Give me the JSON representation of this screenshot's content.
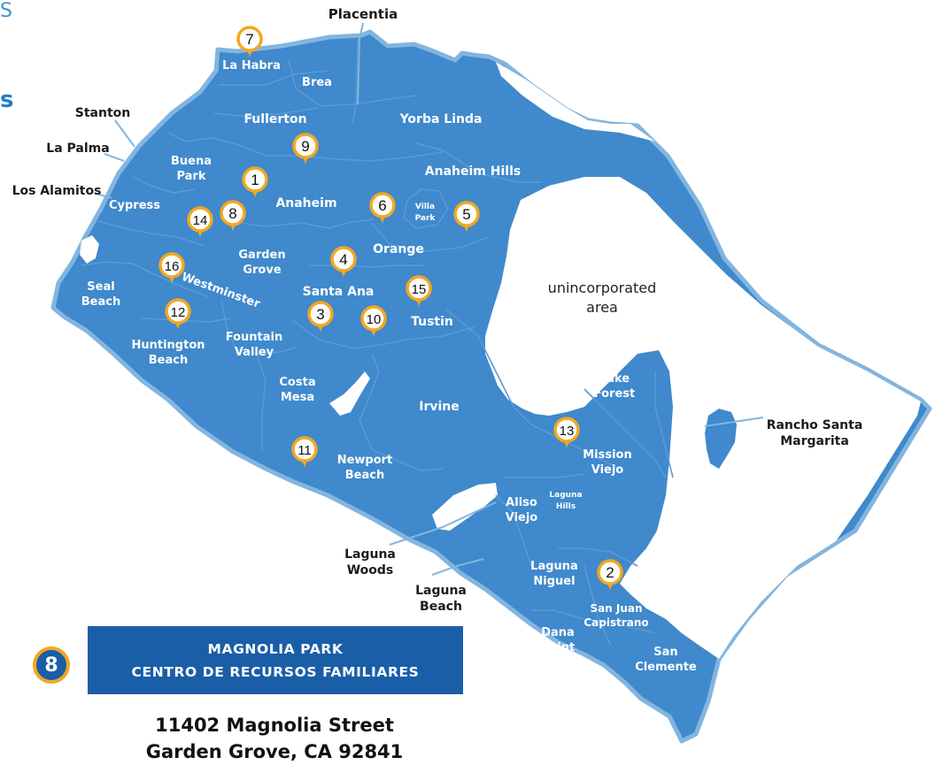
{
  "edge_fragments": [
    "S",
    "s"
  ],
  "county": {
    "fill": "#3f89cc",
    "outline": "#82b5e0",
    "border_lines": "#5a9ad3"
  },
  "cities": [
    {
      "id": "la-habra",
      "lines": [
        "La Habra"
      ]
    },
    {
      "id": "brea",
      "lines": [
        "Brea"
      ]
    },
    {
      "id": "fullerton",
      "lines": [
        "Fullerton"
      ]
    },
    {
      "id": "yorba-linda",
      "lines": [
        "Yorba Linda"
      ]
    },
    {
      "id": "buena-park",
      "lines": [
        "Buena",
        "Park"
      ]
    },
    {
      "id": "anaheim-hills",
      "lines": [
        "Anaheim Hills"
      ]
    },
    {
      "id": "cypress",
      "lines": [
        "Cypress"
      ]
    },
    {
      "id": "anaheim",
      "lines": [
        "Anaheim"
      ]
    },
    {
      "id": "villa-park",
      "lines": [
        "Villa",
        "Park"
      ]
    },
    {
      "id": "orange",
      "lines": [
        "Orange"
      ]
    },
    {
      "id": "garden-grove",
      "lines": [
        "Garden",
        "Grove"
      ]
    },
    {
      "id": "seal-beach",
      "lines": [
        "Seal",
        "Beach"
      ]
    },
    {
      "id": "westminster",
      "lines": [
        "Westminster"
      ]
    },
    {
      "id": "santa-ana",
      "lines": [
        "Santa Ana"
      ]
    },
    {
      "id": "tustin",
      "lines": [
        "Tustin"
      ]
    },
    {
      "id": "huntington-beach",
      "lines": [
        "Huntington",
        "Beach"
      ]
    },
    {
      "id": "fountain-valley",
      "lines": [
        "Fountain",
        "Valley"
      ]
    },
    {
      "id": "costa-mesa",
      "lines": [
        "Costa",
        "Mesa"
      ]
    },
    {
      "id": "irvine",
      "lines": [
        "Irvine"
      ]
    },
    {
      "id": "lake-forest",
      "lines": [
        "Lake",
        "Forest"
      ]
    },
    {
      "id": "mission-viejo",
      "lines": [
        "Mission",
        "Viejo"
      ]
    },
    {
      "id": "newport-beach",
      "lines": [
        "Newport",
        "Beach"
      ]
    },
    {
      "id": "aliso-viejo",
      "lines": [
        "Aliso",
        "Viejo"
      ]
    },
    {
      "id": "laguna-hills",
      "lines": [
        "Laguna",
        "Hills"
      ]
    },
    {
      "id": "laguna-niguel",
      "lines": [
        "Laguna",
        "Niguel"
      ]
    },
    {
      "id": "san-juan-capistrano",
      "lines": [
        "San Juan",
        "Capistrano"
      ]
    },
    {
      "id": "dana-point",
      "lines": [
        "Dana",
        "Point"
      ]
    },
    {
      "id": "san-clemente",
      "lines": [
        "San",
        "Clemente"
      ]
    }
  ],
  "unincorporated": [
    "unincorporated",
    "area"
  ],
  "external_labels": [
    {
      "id": "placentia",
      "lines": [
        "Placentia"
      ]
    },
    {
      "id": "stanton",
      "lines": [
        "Stanton"
      ]
    },
    {
      "id": "la-palma",
      "lines": [
        "La Palma"
      ]
    },
    {
      "id": "los-alamitos",
      "lines": [
        "Los Alamitos"
      ]
    },
    {
      "id": "rancho-santa-margarita",
      "lines": [
        "Rancho Santa",
        "Margarita"
      ]
    },
    {
      "id": "laguna-woods",
      "lines": [
        "Laguna",
        "Woods"
      ]
    },
    {
      "id": "laguna-beach",
      "lines": [
        "Laguna",
        "Beach"
      ]
    }
  ],
  "markers": [
    "7",
    "9",
    "1",
    "8",
    "14",
    "6",
    "5",
    "4",
    "16",
    "15",
    "3",
    "10",
    "12",
    "13",
    "11",
    "2"
  ],
  "marker_color": "#f2a722",
  "selected_location": {
    "number": "8",
    "name_line1": "MAGNOLIA PARK",
    "name_line2": "CENTRO DE RECURSOS FAMILIARES",
    "address_line1": "11402 Magnolia Street",
    "address_line2": "Garden Grove, CA 92841"
  }
}
